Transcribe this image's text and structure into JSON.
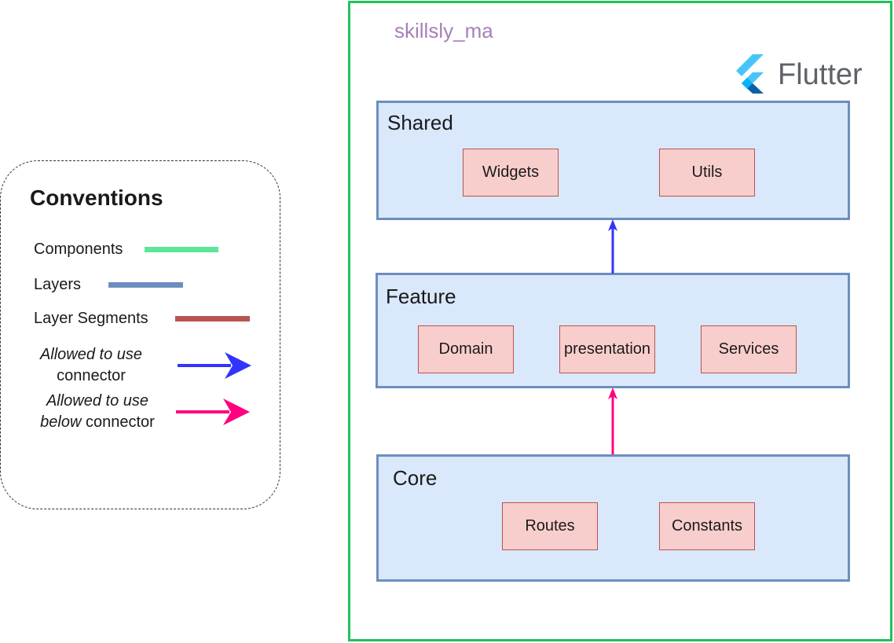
{
  "conventions": {
    "title": "Conventions",
    "items": [
      {
        "label": "Components",
        "color": "#5ee69a"
      },
      {
        "label": "Layers",
        "color": "#6c8ebf"
      },
      {
        "label": "Layer Segments",
        "color": "#b85450"
      }
    ],
    "allowed": {
      "line1": "Allowed to use",
      "line2": "connector",
      "color": "#3333ff"
    },
    "allowed_below": {
      "line1": "Allowed to use",
      "line2_em": "below",
      "line2_rest": "connector",
      "color": "#ff0080"
    }
  },
  "app": {
    "name": "skillsly_ma",
    "name_color": "#a680b8",
    "boundary_color": "#1fc45a",
    "framework_logo": "flutter-logo",
    "framework": "Flutter"
  },
  "layers": {
    "shared": {
      "title": "Shared",
      "segments": [
        "Widgets",
        "Utils"
      ]
    },
    "feature": {
      "title": "Feature",
      "segments": [
        "Domain",
        "presentation",
        "Services"
      ]
    },
    "core": {
      "title": "Core",
      "segments": [
        "Routes",
        "Constants"
      ]
    }
  },
  "connectors": [
    {
      "from": "Feature",
      "to": "Shared",
      "type": "allowed",
      "color": "#3333ff"
    },
    {
      "from": "Core",
      "to": "Feature",
      "type": "allowed_below",
      "color": "#ff0080"
    }
  ]
}
